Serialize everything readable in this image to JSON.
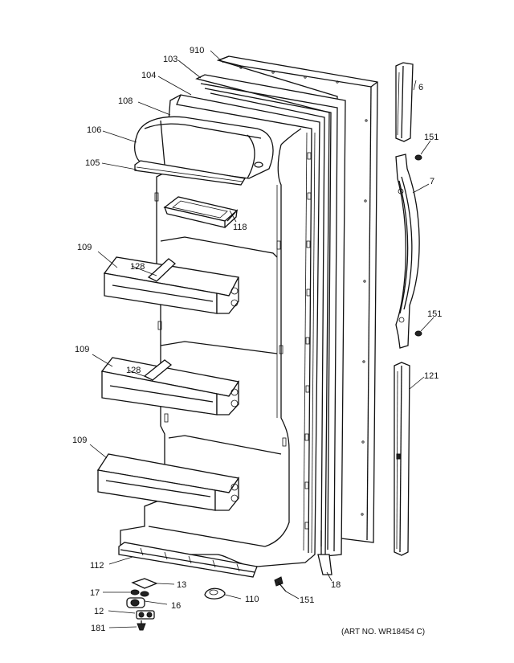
{
  "callouts": {
    "c910": "910",
    "c103": "103",
    "c104": "104",
    "c108": "108",
    "c106": "106",
    "c105": "105",
    "c118": "118",
    "c109a": "109",
    "c128a": "128",
    "c109b": "109",
    "c128b": "128",
    "c109c": "109",
    "c112": "112",
    "c13": "13",
    "c17": "17",
    "c16": "16",
    "c12": "12",
    "c181": "181",
    "c110": "110",
    "c151bottom": "151",
    "c18": "18",
    "c6": "6",
    "c151top": "151",
    "c7": "7",
    "c151mid": "151",
    "c121": "121"
  },
  "art_number": "(ART NO. WR18454 C)"
}
